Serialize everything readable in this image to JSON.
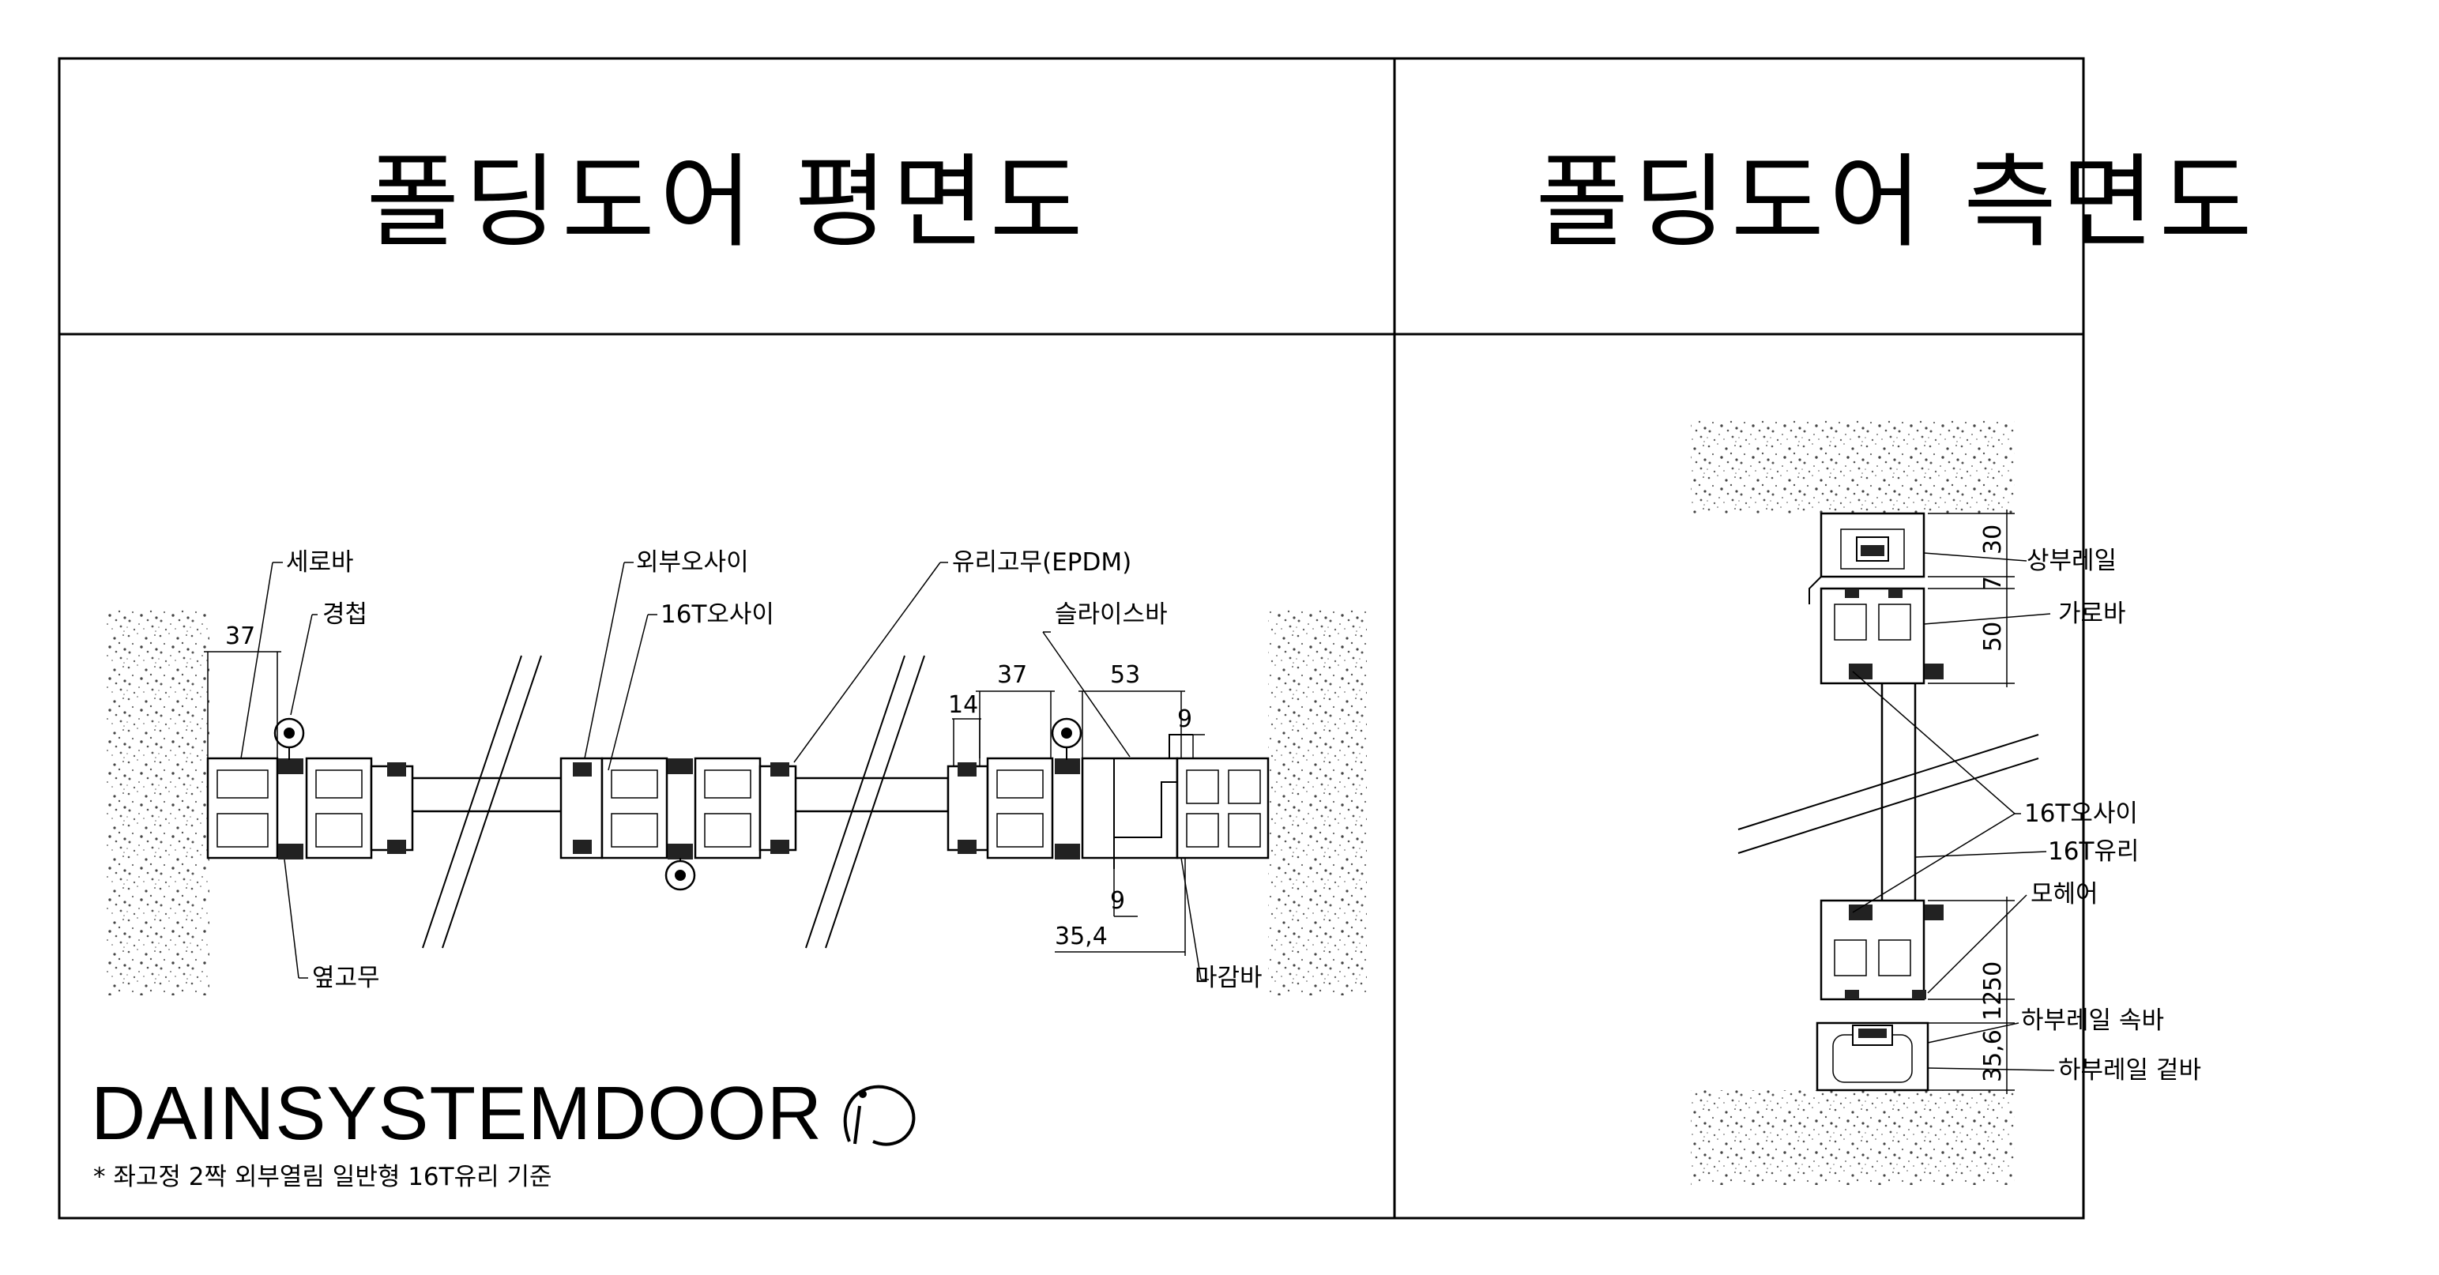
{
  "header": {
    "plan_title": "폴딩도어 평면도",
    "side_title": "폴딩도어 측면도"
  },
  "plan": {
    "labels": {
      "serobar": "세로바",
      "hinge": "경첩",
      "side_rubber": "옆고무",
      "outer_osai": "외부오사이",
      "osai_16t": "16T오사이",
      "glass_rubber": "유리고무(EPDM)",
      "slide_bar": "슬라이스바",
      "finish_bar": "마감바"
    },
    "dims": {
      "d37_left": "37",
      "d37_right": "37",
      "d53": "53",
      "d14": "14",
      "d9_top": "9",
      "d9_bottom": "9",
      "d35_4": "35,4"
    }
  },
  "side": {
    "labels": {
      "upper_rail": "상부레일",
      "garobar": "가로바",
      "osai_16t": "16T오사이",
      "glass_16t": "16T유리",
      "mohair": "모헤어",
      "lower_inner": "하부레일 속바",
      "lower_outer": "하부레일 겉바"
    },
    "dims": {
      "d30": "30",
      "d7": "7",
      "d50_top": "50",
      "d50_bottom": "50",
      "d12": "12",
      "d35_6": "35,6"
    }
  },
  "brand": {
    "name": "DAINSYSTEMDOOR",
    "logo_icon": "di-logo-icon",
    "note": "* 좌고정 2짝 외부열림 일반형 16T유리 기준"
  }
}
